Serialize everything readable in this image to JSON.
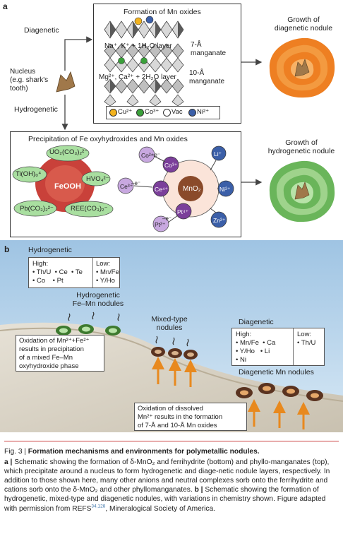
{
  "panel_a": {
    "letter": "a",
    "diagenetic": "Diagenetic",
    "hydrogenetic": "Hydrogenetic",
    "nucleus_line1": "Nucleus",
    "nucleus_line2": "(e.g. shark's",
    "nucleus_line3": "tooth)",
    "mn_box_title": "Formation of Mn oxides",
    "layer7_ions": "Na⁺, K⁺ + 1H₂O layer",
    "layer7_name_1": "7-Å",
    "layer7_name_2": "manganate",
    "layer10_ions": "Mg²⁺, Ca²⁺ + 2H₂O layer",
    "layer10_name_1": "10-Å",
    "layer10_name_2": "manganate",
    "legend": [
      {
        "label": "Cu²⁺",
        "color": "#f2b21d"
      },
      {
        "label": "Co³⁺",
        "color": "#3aa03a"
      },
      {
        "label": "Vac",
        "color": "#ffffff"
      },
      {
        "label": "Ni²⁺",
        "color": "#3b5fa8"
      }
    ],
    "growth_diag_1": "Growth of",
    "growth_diag_2": "diagenetic nodule",
    "growth_hydro_1": "Growth of",
    "growth_hydro_2": "hydrogenetic nodule",
    "fe_box_title": "Precipitation of Fe oxyhydroxides and Mn oxides",
    "feooh": "FeOOH",
    "fe_ions": {
      "uo2": "UO₂(CO₃)₂²⁻",
      "tioh": "Ti(OH)₀⁴",
      "hvo4": "HVO₄²⁻",
      "pbco3": "Pb(CO₃)₂²⁻",
      "reeco3": "REE(CO₃)₂⁻"
    },
    "mn_ions": {
      "center": "MnO₂",
      "co2": "Co²⁺",
      "co3": "Co³⁺",
      "ce3": "Ce³⁺",
      "ce4": "Ce⁴⁺",
      "pt2": "Pt²⁺",
      "pt4": "Pt⁴⁺",
      "li": "Li⁺",
      "ni": "Ni²⁺",
      "zn": "Zn²⁺",
      "e": "–e⁻"
    }
  },
  "panel_b": {
    "letter": "b",
    "hydrogenetic": "Hydrogenetic",
    "hydro_high": "High:",
    "hydro_high_items": [
      "• Th/U  • Ce  • Te",
      "• Co    • Pt"
    ],
    "hydro_low": "Low:",
    "hydro_low_items": [
      "• Mn/Fe",
      "• Y/Ho"
    ],
    "hydro_nodules_1": "Hydrogenetic",
    "hydro_nodules_2": "Fe–Mn nodules",
    "mixed_1": "Mixed-type",
    "mixed_2": "nodules",
    "diagenetic": "Diagenetic",
    "diag_high": "High:",
    "diag_high_items": [
      "• Mn/Fe  • Ca",
      "• Y/Ho   • Li",
      "• Ni"
    ],
    "diag_low": "Low:",
    "diag_low_items": [
      "• Th/U"
    ],
    "diag_nodules": "Diagenetic Mn nodules",
    "ox_fe": [
      "Oxidation of Mn²⁺+Fe²⁺",
      "results in precipitation",
      "of a mixed Fe–Mn",
      "oxyhydroxide phase"
    ],
    "ox_mn": [
      "Oxidation of dissolved",
      "Mn²⁺ results in the formation",
      "of 7-Å and 10-Å Mn oxides"
    ]
  },
  "caption": {
    "fig": "Fig. 3 | ",
    "title": "Formation mechanisms and environments for polymetallic nodules.",
    "a_label": "a | ",
    "a_text": "Schematic showing the formation of δ-MnO₂ and ferrihydrite (bottom) and phyllo-manganates (top), which precipitate around a nucleus to form hydrogenetic and diage-netic nodule layers, respectively. In addition to those shown here, many other anions and neutral complexes sorb onto the ferrihydrite and cations sorb onto the δ-MnO₂ and other phyllomanganates.",
    "b_label": " b | ",
    "b_text": "Schematic showing the formation of hydrogenetic, mixed-type and diagenetic nodules, with variations in chemistry shown. Figure adapted with permission from REFS",
    "refs": "34,128",
    "b_tail": ", Mineralogical Society of America."
  }
}
